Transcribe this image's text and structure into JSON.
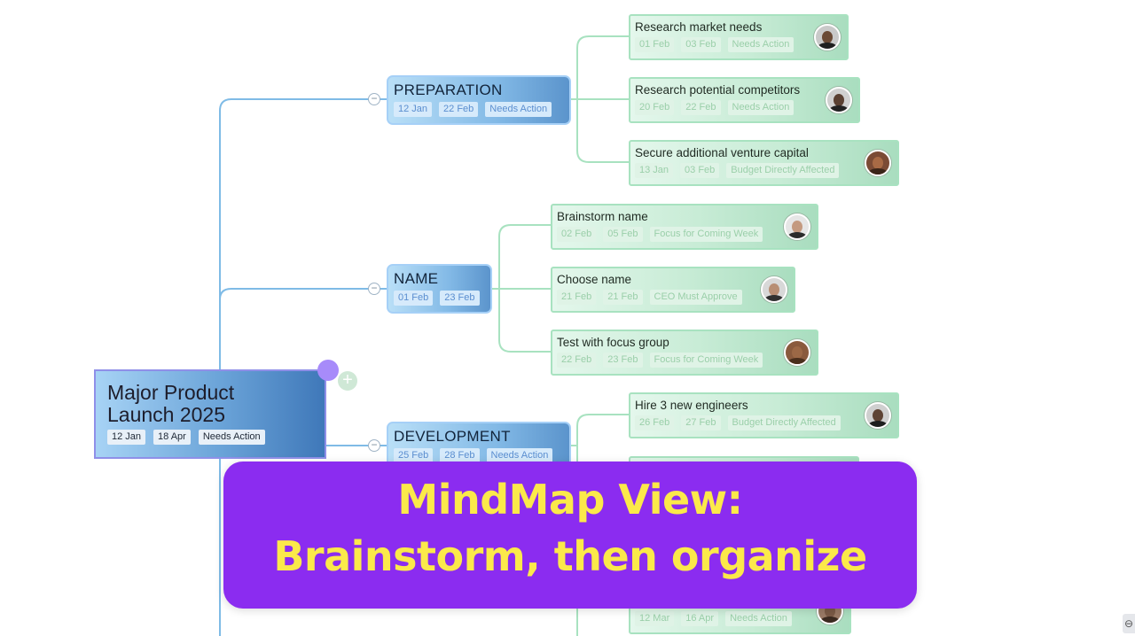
{
  "root": {
    "title": "Major Product\nLaunch 2025",
    "start": "12 Jan",
    "end": "18 Apr",
    "status": "Needs Action"
  },
  "branches": [
    {
      "title": "PREPARATION",
      "start": "12 Jan",
      "end": "22 Feb",
      "status": "Needs Action"
    },
    {
      "title": "NAME",
      "start": "01 Feb",
      "end": "23 Feb",
      "status": ""
    },
    {
      "title": "DEVELOPMENT",
      "start": "25 Feb",
      "end": "28 Feb",
      "status": "Needs Action"
    }
  ],
  "leaves": [
    {
      "title": "Research market needs",
      "start": "01 Feb",
      "end": "03 Feb",
      "status": "Needs Action"
    },
    {
      "title": "Research potential competitors",
      "start": "20 Feb",
      "end": "22 Feb",
      "status": "Needs Action"
    },
    {
      "title": "Secure additional venture capital",
      "start": "13 Jan",
      "end": "03 Feb",
      "status": "Budget Directly Affected"
    },
    {
      "title": "Brainstorm name",
      "start": "02 Feb",
      "end": "05 Feb",
      "status": "Focus for Coming Week"
    },
    {
      "title": "Choose name",
      "start": "21 Feb",
      "end": "21 Feb",
      "status": "CEO Must Approve"
    },
    {
      "title": "Test with focus group",
      "start": "22 Feb",
      "end": "23 Feb",
      "status": "Focus for Coming Week"
    },
    {
      "title": "Hire 3 new engineers",
      "start": "26 Feb",
      "end": "27 Feb",
      "status": "Budget Directly Affected"
    },
    {
      "title": "",
      "start": "12 Mar",
      "end": "16 Apr",
      "status": "Needs Action"
    }
  ],
  "banner": {
    "line1": "MindMap View:",
    "line2": "Brainstorm, then organize"
  },
  "icons": {
    "collapse": "−",
    "add": "+",
    "corner": "⊖"
  },
  "colors": {
    "banner_bg": "#8b2cf0",
    "banner_text": "#fbe94a",
    "branch_connector": "#7fbbe6",
    "leaf_connector": "#a8e2c0"
  }
}
